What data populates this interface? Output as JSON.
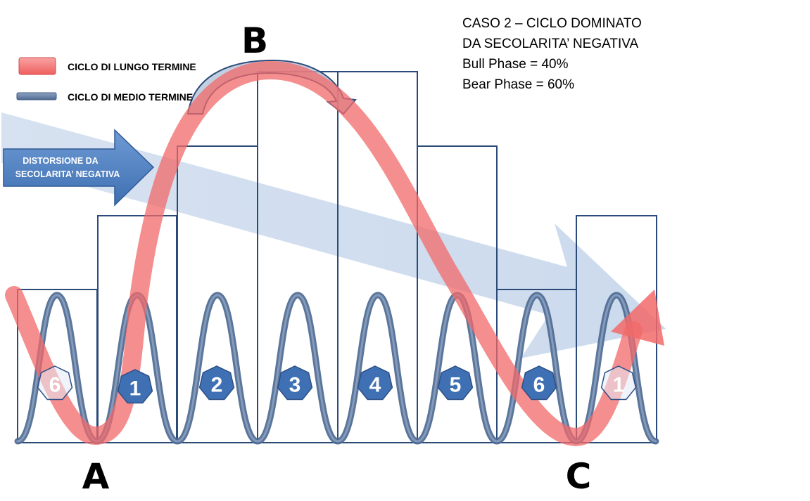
{
  "title": {
    "lines": [
      "CASO 2 – CICLO DOMINATO",
      "DA SECOLARITA’ NEGATIVA",
      "Bull Phase = 40%",
      "Bear Phase = 60%"
    ]
  },
  "legend": {
    "long_term": "CICLO DI LUNGO TERMINE",
    "medium_term": "CICLO DI MEDIO TERMINE"
  },
  "distortion_arrow": {
    "lines": [
      "DISTORSIONE DA",
      "SECOLARITA’ NEGATIVA"
    ]
  },
  "points": {
    "a": "A",
    "b": "B",
    "c": "C"
  },
  "badges": [
    "6",
    "1",
    "2",
    "3",
    "4",
    "5",
    "6",
    "1"
  ],
  "colors": {
    "long_term_cycle": "#f26a6a",
    "medium_term_cycle": "#4d6a92",
    "distortion_arrow": "#4a7cc0",
    "secular_trend_band": "#c9d8ec",
    "badge_fill": "#3f70b4",
    "badge_faded_fill": "#e4ebf5",
    "box_stroke": "#2a4a78"
  }
}
